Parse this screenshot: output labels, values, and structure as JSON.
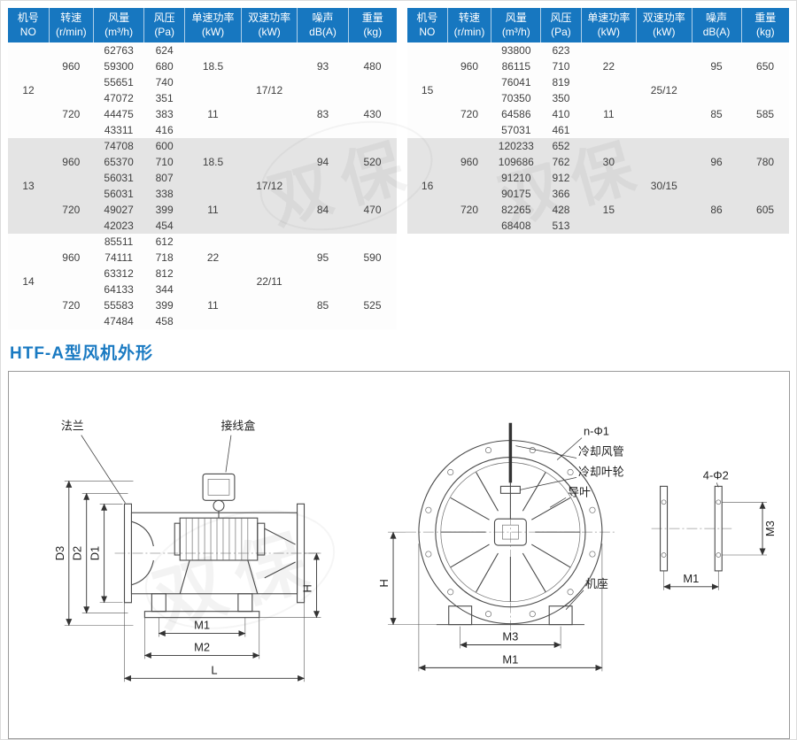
{
  "watermark": "双保",
  "section_title": "HTF-A型风机外形",
  "tables": {
    "headers": [
      "机号NO",
      "转速\n(r/min)",
      "风量\n(m³/h)",
      "风压\n(Pa)",
      "单速功率\n(kW)",
      "双速功率\n(kW)",
      "噪声\ndB(A)",
      "重量\n(kg)"
    ],
    "left": [
      {
        "no": "12",
        "shaded": false,
        "dual_power": "17/12",
        "speeds": [
          {
            "rpm": "960",
            "single_power": "18.5",
            "noise": "93",
            "weight": "480",
            "rows": [
              [
                "62763",
                "624"
              ],
              [
                "59300",
                "680"
              ],
              [
                "55651",
                "740"
              ]
            ]
          },
          {
            "rpm": "720",
            "single_power": "11",
            "noise": "83",
            "weight": "430",
            "rows": [
              [
                "47072",
                "351"
              ],
              [
                "44475",
                "383"
              ],
              [
                "43311",
                "416"
              ]
            ]
          }
        ]
      },
      {
        "no": "13",
        "shaded": true,
        "dual_power": "17/12",
        "speeds": [
          {
            "rpm": "960",
            "single_power": "18.5",
            "noise": "94",
            "weight": "520",
            "rows": [
              [
                "74708",
                "600"
              ],
              [
                "65370",
                "710"
              ],
              [
                "56031",
                "807"
              ]
            ]
          },
          {
            "rpm": "720",
            "single_power": "11",
            "noise": "84",
            "weight": "470",
            "rows": [
              [
                "56031",
                "338"
              ],
              [
                "49027",
                "399"
              ],
              [
                "42023",
                "454"
              ]
            ]
          }
        ]
      },
      {
        "no": "14",
        "shaded": false,
        "dual_power": "22/11",
        "speeds": [
          {
            "rpm": "960",
            "single_power": "22",
            "noise": "95",
            "weight": "590",
            "rows": [
              [
                "85511",
                "612"
              ],
              [
                "74111",
                "718"
              ],
              [
                "63312",
                "812"
              ]
            ]
          },
          {
            "rpm": "720",
            "single_power": "11",
            "noise": "85",
            "weight": "525",
            "rows": [
              [
                "64133",
                "344"
              ],
              [
                "55583",
                "399"
              ],
              [
                "47484",
                "458"
              ]
            ]
          }
        ]
      }
    ],
    "right": [
      {
        "no": "15",
        "shaded": false,
        "dual_power": "25/12",
        "speeds": [
          {
            "rpm": "960",
            "single_power": "22",
            "noise": "95",
            "weight": "650",
            "rows": [
              [
                "93800",
                "623"
              ],
              [
                "86115",
                "710"
              ],
              [
                "76041",
                "819"
              ]
            ]
          },
          {
            "rpm": "720",
            "single_power": "11",
            "noise": "85",
            "weight": "585",
            "rows": [
              [
                "70350",
                "350"
              ],
              [
                "64586",
                "410"
              ],
              [
                "57031",
                "461"
              ]
            ]
          }
        ]
      },
      {
        "no": "16",
        "shaded": true,
        "dual_power": "30/15",
        "speeds": [
          {
            "rpm": "960",
            "single_power": "30",
            "noise": "96",
            "weight": "780",
            "rows": [
              [
                "120233",
                "652"
              ],
              [
                "109686",
                "762"
              ],
              [
                "91210",
                "912"
              ]
            ]
          },
          {
            "rpm": "720",
            "single_power": "15",
            "noise": "86",
            "weight": "605",
            "rows": [
              [
                "90175",
                "366"
              ],
              [
                "82265",
                "428"
              ],
              [
                "68408",
                "513"
              ]
            ]
          }
        ]
      }
    ]
  },
  "drawing": {
    "side_view": {
      "flange_label": "法兰",
      "junction_box_label": "接线盒",
      "d1": "D1",
      "d2": "D2",
      "d3": "D3",
      "h": "H",
      "m1": "M1",
      "m2": "M2",
      "l": "L"
    },
    "front_view": {
      "bolt_label": "n-Φ1",
      "cooling_pipe_label": "冷却风管",
      "cooling_impeller_label": "冷却叶轮",
      "guide_vane_label": "导叶",
      "base_label": "机座",
      "h": "H",
      "m3": "M3",
      "m1": "M1"
    },
    "flange_detail": {
      "holes_label": "4-Φ2",
      "m3": "M3",
      "m1": "M1"
    }
  }
}
